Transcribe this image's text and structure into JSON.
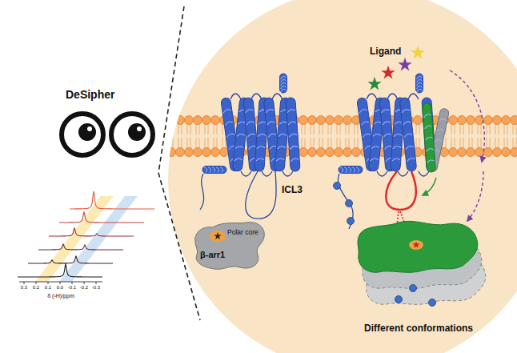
{
  "diagram": {
    "nodes": [
      {
        "text": [
          "Polar core",
          "β-arr1"
        ]
      },
      {
        "text": [
          "Different conformations"
        ]
      }
    ],
    "labels": [
      "Ligand",
      "DeSipher",
      "ICL3",
      "0.3",
      "0.2",
      "0.1",
      "0.0",
      "-0.1",
      "-0.2",
      "-0.3",
      "δ (¹H)/ppm"
    ]
  }
}
